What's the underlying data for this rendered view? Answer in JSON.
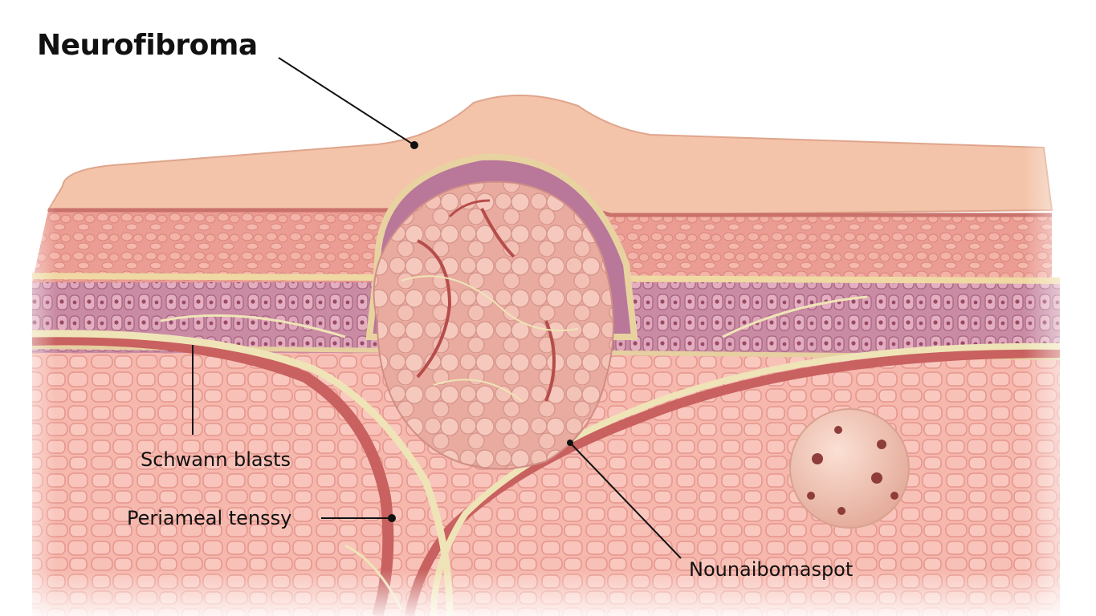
{
  "title": "Neurofibroma",
  "labels": {
    "schwann": "Schwann blasts",
    "periameal": "Periameal tenssy",
    "spot": "Nounaibomaspot"
  },
  "colors": {
    "skin_surface": "#f2c6ad",
    "dermis": "#eea39a",
    "adipose": "#f7b9ae",
    "cell_layer": "#d48aa6",
    "nerve": "#efe4b7",
    "vessel": "#c65f5f",
    "tumor": "#f0bfb1"
  }
}
